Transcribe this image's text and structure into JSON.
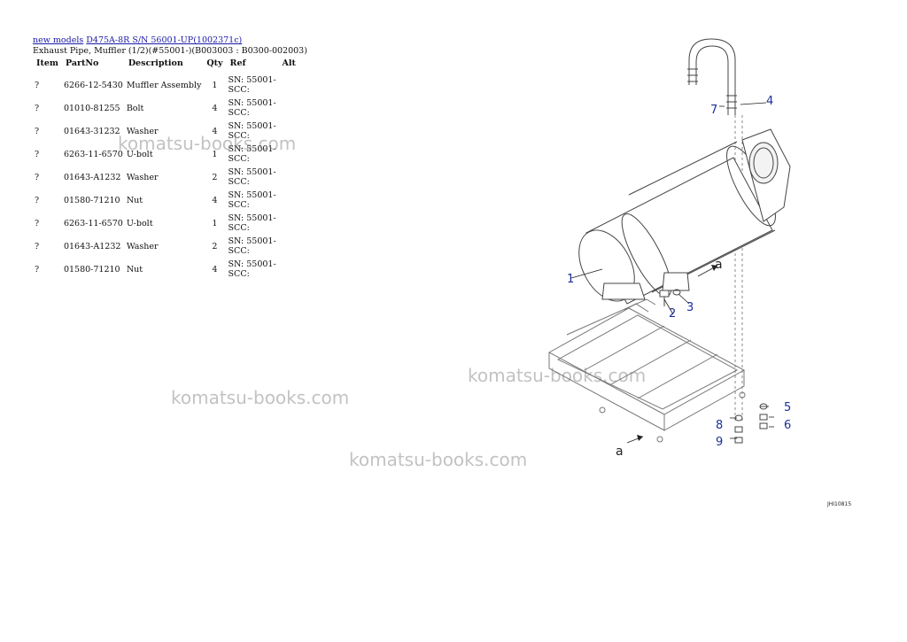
{
  "breadcrumb": {
    "link1": "new models",
    "link2": "D475A-8R S/N 56001-UP(1002371c)"
  },
  "page_title": "Exhaust Pipe, Muffler (1/2)(#55001-)(B003003 : B0300-002003)",
  "table": {
    "headers": [
      "Item",
      "PartNo",
      "Description",
      "Qty",
      "Ref",
      "Alt"
    ],
    "rows": [
      {
        "item": "?",
        "partno": "6266-12-5430",
        "desc": "Muffler Assembly",
        "qty": "1",
        "ref1": "SN: 55001-",
        "ref2": "SCC:"
      },
      {
        "item": "?",
        "partno": "01010-81255",
        "desc": "Bolt",
        "qty": "4",
        "ref1": "SN: 55001-",
        "ref2": "SCC:"
      },
      {
        "item": "?",
        "partno": "01643-31232",
        "desc": "Washer",
        "qty": "4",
        "ref1": "SN: 55001-",
        "ref2": "SCC:"
      },
      {
        "item": "?",
        "partno": "6263-11-6570",
        "desc": "U-bolt",
        "qty": "1",
        "ref1": "SN: 55001-",
        "ref2": "SCC:"
      },
      {
        "item": "?",
        "partno": "01643-A1232",
        "desc": "Washer",
        "qty": "2",
        "ref1": "SN: 55001-",
        "ref2": "SCC:"
      },
      {
        "item": "?",
        "partno": "01580-71210",
        "desc": "Nut",
        "qty": "4",
        "ref1": "SN: 55001-",
        "ref2": "SCC:"
      },
      {
        "item": "?",
        "partno": "6263-11-6570",
        "desc": "U-bolt",
        "qty": "1",
        "ref1": "SN: 55001-",
        "ref2": "SCC:"
      },
      {
        "item": "?",
        "partno": "01643-A1232",
        "desc": "Washer",
        "qty": "2",
        "ref1": "SN: 55001-",
        "ref2": "SCC:"
      },
      {
        "item": "?",
        "partno": "01580-71210",
        "desc": "Nut",
        "qty": "4",
        "ref1": "SN: 55001-",
        "ref2": "SCC:"
      }
    ]
  },
  "watermark": "komatsu-books.com",
  "diagram": {
    "callouts": {
      "c1": "1",
      "c2": "2",
      "c3": "3",
      "c4": "4",
      "c5": "5",
      "c6": "6",
      "c7": "7",
      "c8": "8",
      "c9": "9",
      "a_upper": "a",
      "a_lower": "a"
    },
    "figure_code": "JHI10815"
  }
}
